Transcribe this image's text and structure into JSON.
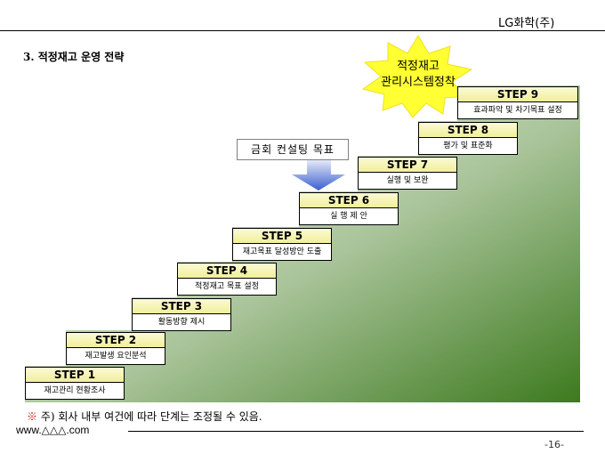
{
  "header": {
    "company": "LG화학(주)",
    "section_title": "3. 적정재고 운영 전략"
  },
  "goal_starburst": {
    "line1": "적정재고",
    "line2": "관리시스템정착"
  },
  "target_label": "금회 컨설팅 목표",
  "steps": [
    {
      "label": "STEP 1",
      "desc": "재고관리 현황조사"
    },
    {
      "label": "STEP 2",
      "desc": "재고발생 요인분석"
    },
    {
      "label": "STEP 3",
      "desc": "활동방향 제시"
    },
    {
      "label": "STEP 4",
      "desc": "적정재고 목표 설정"
    },
    {
      "label": "STEP 5",
      "desc": "재고목표 달성방안 도출"
    },
    {
      "label": "STEP 6",
      "desc": "실 행 제 안"
    },
    {
      "label": "STEP 7",
      "desc": "실행 및 보완"
    },
    {
      "label": "STEP 8",
      "desc": "평가 및 표준화"
    },
    {
      "label": "STEP 9",
      "desc": "효과파악 및 차기목표 설정"
    }
  ],
  "note": {
    "mark": "※",
    "text": " 주)  회사 내부 여건에 따라 단계는 조정될 수 있음."
  },
  "footer": {
    "url": "www.△△△.com",
    "page": "-16-"
  },
  "colors": {
    "gradient_light": "#f4f6ee",
    "gradient_dark": "#3d7a1e",
    "star": "#ffff33",
    "step_header": "#f1ef9a",
    "arrow": "#4f6fd6"
  }
}
